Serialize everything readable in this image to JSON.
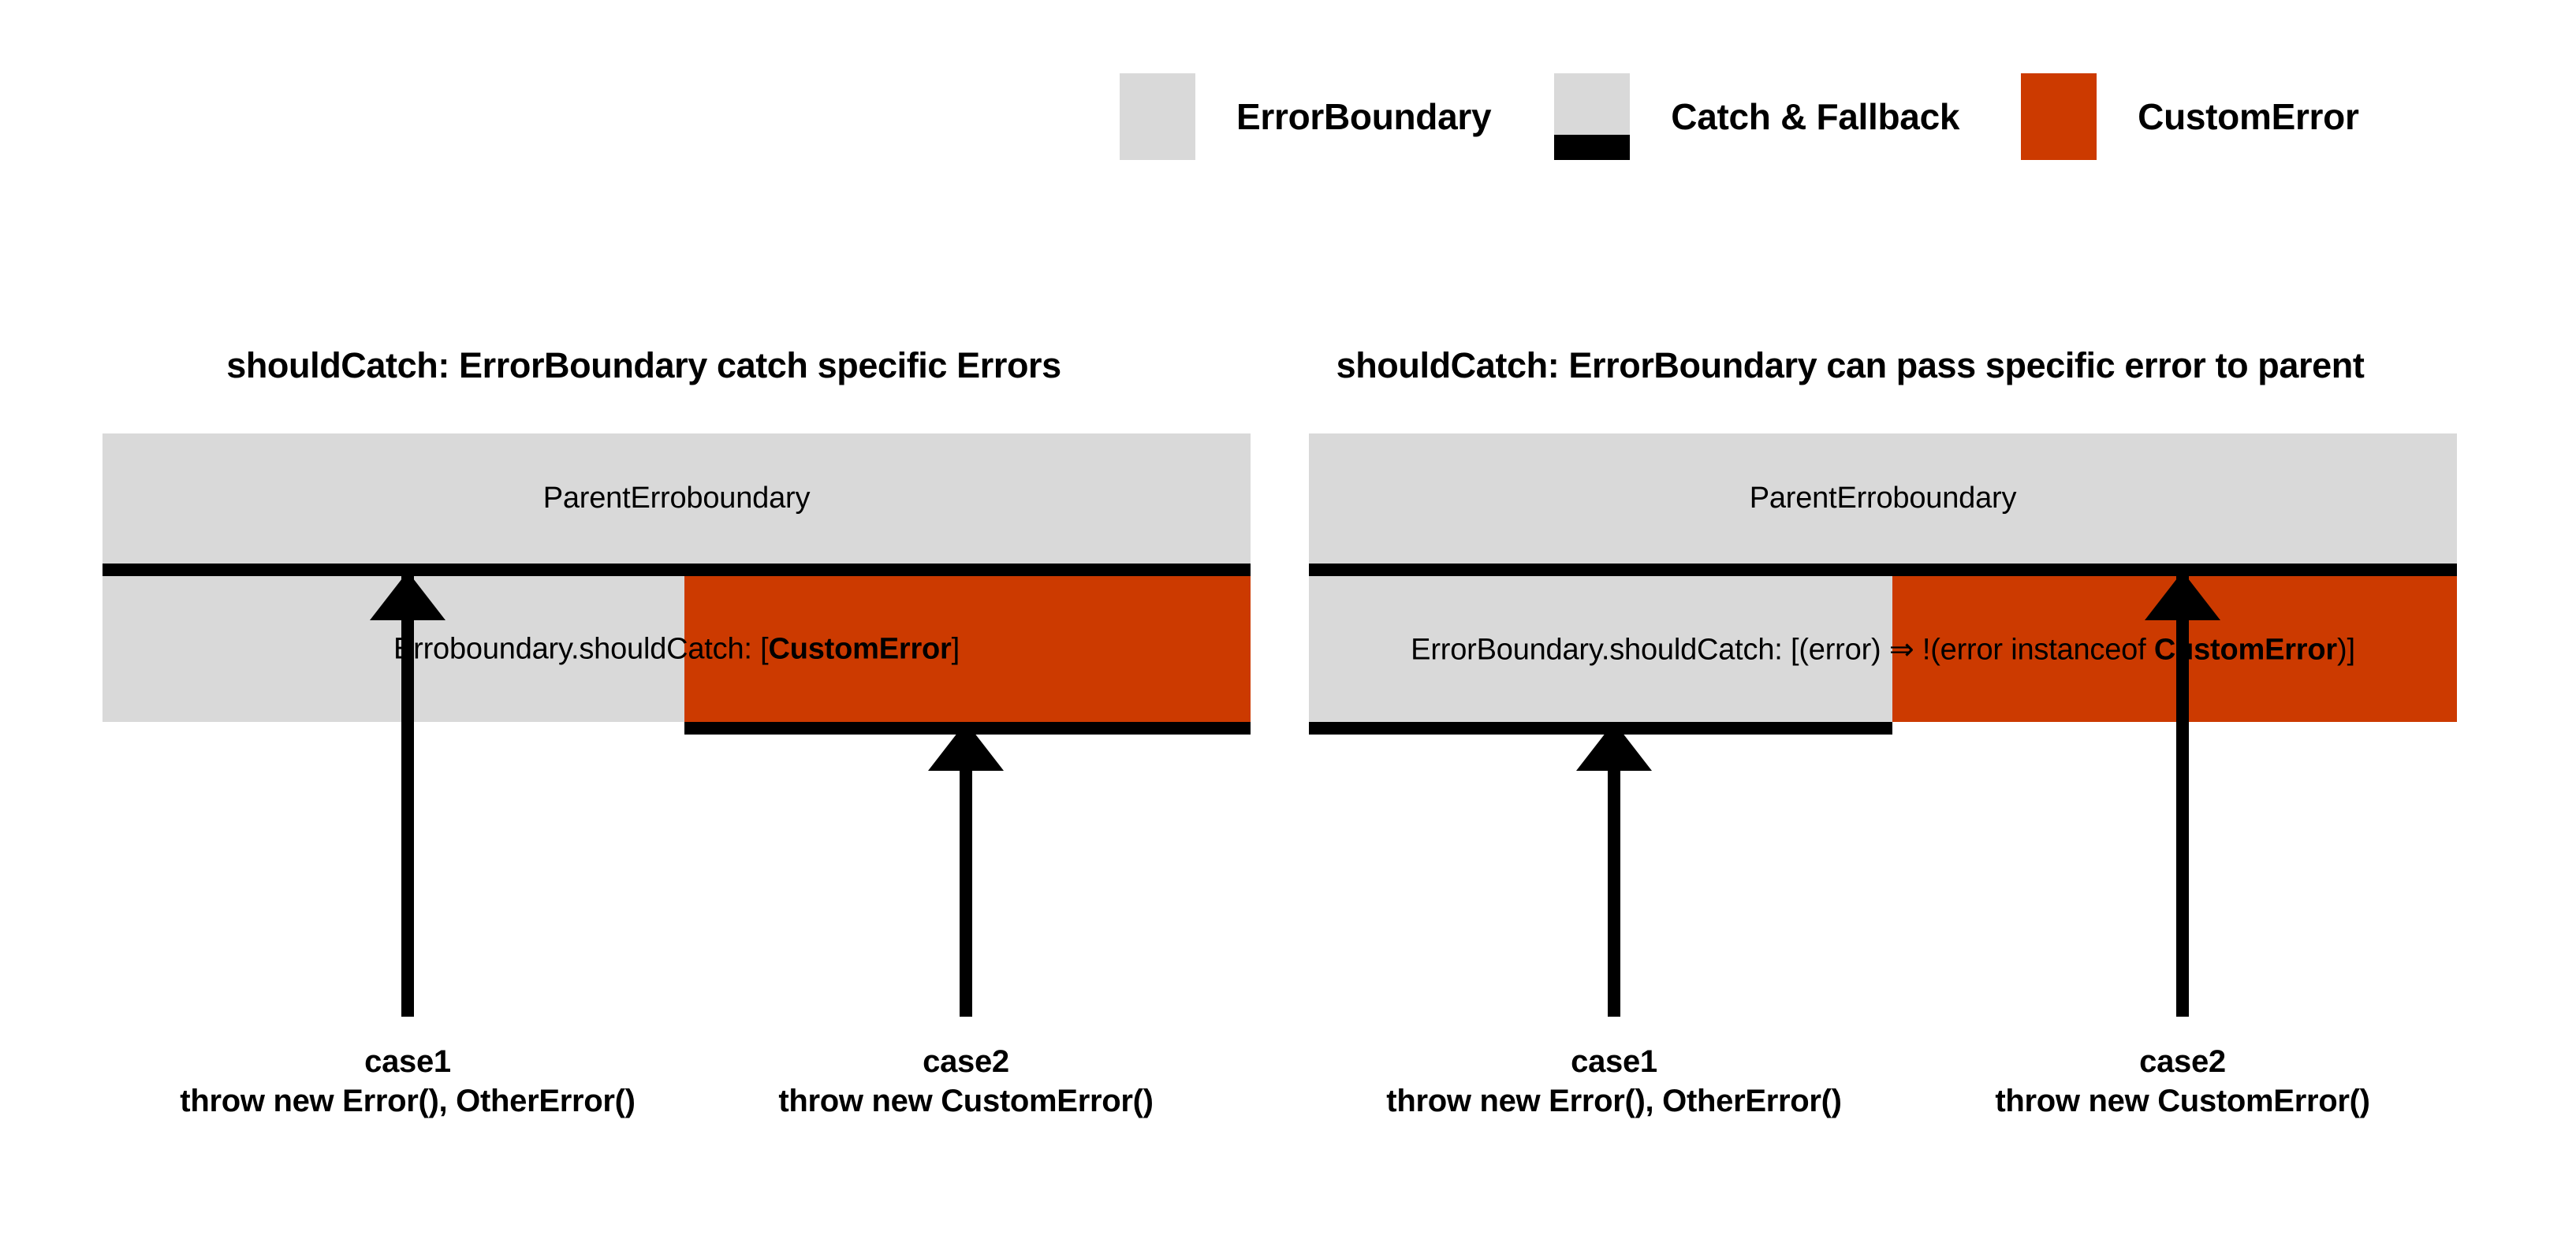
{
  "legend": {
    "items": [
      {
        "label": "ErrorBoundary",
        "swatch": "gray-square-swatch",
        "color": "#d9d9d9"
      },
      {
        "label": "Catch & Fallback",
        "swatch": "gray-with-black-bar-swatch",
        "color": "#d9d9d9",
        "bar_color": "#000000"
      },
      {
        "label": "CustomError",
        "swatch": "orange-square-swatch",
        "color": "#cc3a00"
      }
    ]
  },
  "panels": [
    {
      "title": "shouldCatch: ErrorBoundary catch specific Errors",
      "parent_label": "ParentErroboundary",
      "child": {
        "text_prefix": "Erroboundary.shouldCatch: [",
        "text_bold": "CustomError",
        "text_suffix": "]"
      },
      "arrows": [
        {
          "name": "case1-arrow"
        },
        {
          "name": "case2-arrow"
        }
      ],
      "captions": [
        {
          "case": "case1",
          "code": "throw new Error(), OtherError()"
        },
        {
          "case": "case2",
          "code": "throw new CustomError()"
        }
      ]
    },
    {
      "title": "shouldCatch: ErrorBoundary can pass specific error to parent",
      "parent_label": "ParentErroboundary",
      "child": {
        "text_prefix": "ErrorBoundary.shouldCatch: [(error) ⇒ !(error instanceof ",
        "text_bold": "CustomError",
        "text_suffix": ")]"
      },
      "arrows": [
        {
          "name": "case1-arrow"
        },
        {
          "name": "case2-arrow"
        }
      ],
      "captions": [
        {
          "case": "case1",
          "code": "throw new Error(), OtherError()"
        },
        {
          "case": "case2",
          "code": "throw new CustomError()"
        }
      ]
    }
  ],
  "colors": {
    "gray": "#d9d9d9",
    "orange": "#cc3a00",
    "black": "#000000",
    "background": "#ffffff"
  }
}
